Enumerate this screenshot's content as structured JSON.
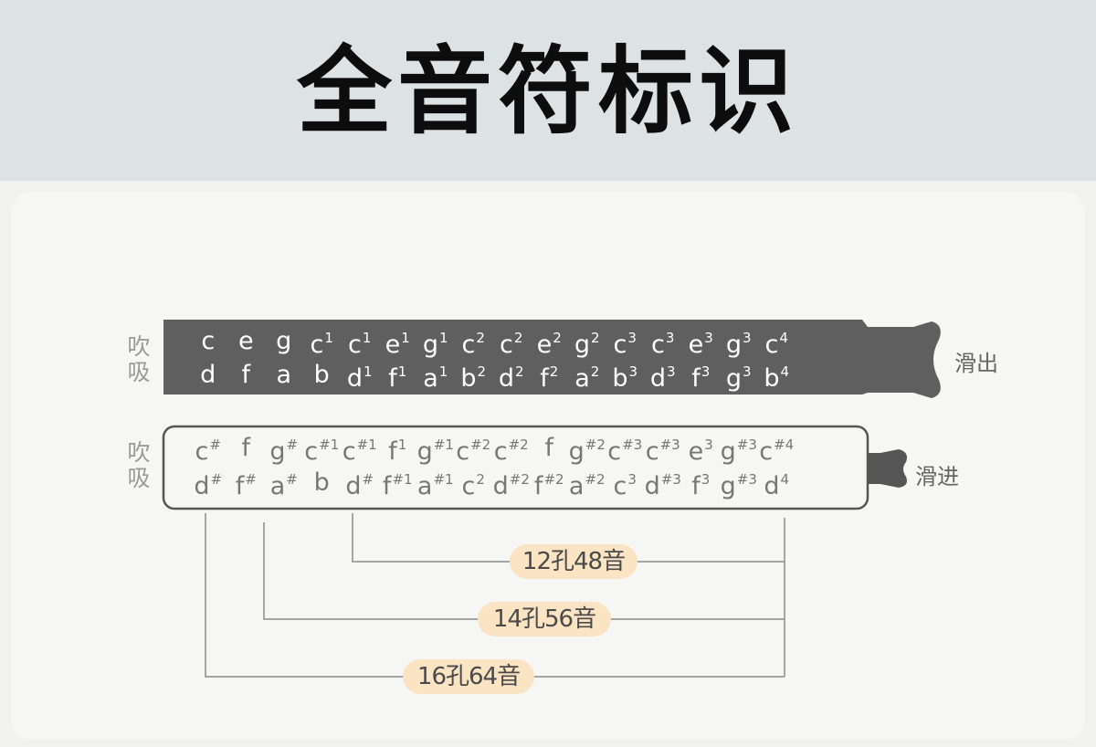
{
  "title": "全音符标识",
  "upper_harmonica": {
    "side_label_top": "吹",
    "side_label_bottom": "吸",
    "end_label": "滑出",
    "blow": [
      [
        "c",
        ""
      ],
      [
        "e",
        ""
      ],
      [
        "g",
        ""
      ],
      [
        "c",
        "1"
      ],
      [
        "c",
        "1"
      ],
      [
        "e",
        "1"
      ],
      [
        "g",
        "1"
      ],
      [
        "c",
        "2"
      ],
      [
        "c",
        "2"
      ],
      [
        "e",
        "2"
      ],
      [
        "g",
        "2"
      ],
      [
        "c",
        "3"
      ],
      [
        "c",
        "3"
      ],
      [
        "e",
        "3"
      ],
      [
        "g",
        "3"
      ],
      [
        "c",
        "4"
      ]
    ],
    "draw": [
      [
        "d",
        ""
      ],
      [
        "f",
        ""
      ],
      [
        "a",
        ""
      ],
      [
        "b",
        ""
      ],
      [
        "d",
        "1"
      ],
      [
        "f",
        "1"
      ],
      [
        "a",
        "1"
      ],
      [
        "b",
        "2"
      ],
      [
        "d",
        "2"
      ],
      [
        "f",
        "2"
      ],
      [
        "a",
        "2"
      ],
      [
        "b",
        "3"
      ],
      [
        "d",
        "3"
      ],
      [
        "f",
        "3"
      ],
      [
        "g",
        "3"
      ],
      [
        "b",
        "4"
      ]
    ]
  },
  "lower_harmonica": {
    "side_label_top": "吹",
    "side_label_bottom": "吸",
    "end_label": "滑进",
    "blow": [
      [
        "c",
        "#"
      ],
      [
        "f",
        ""
      ],
      [
        "g",
        "#"
      ],
      [
        "c",
        "#1"
      ],
      [
        "c",
        "#1"
      ],
      [
        "f",
        "1"
      ],
      [
        "g",
        "#1"
      ],
      [
        "c",
        "#2"
      ],
      [
        "c",
        "#2"
      ],
      [
        "f",
        ""
      ],
      [
        "g",
        "#2"
      ],
      [
        "c",
        "#3"
      ],
      [
        "c",
        "#3"
      ],
      [
        "e",
        "3"
      ],
      [
        "g",
        "#3"
      ],
      [
        "c",
        "#4"
      ]
    ],
    "draw": [
      [
        "d",
        "#"
      ],
      [
        "f",
        "#"
      ],
      [
        "a",
        "#"
      ],
      [
        "b",
        ""
      ],
      [
        "d",
        "#"
      ],
      [
        "f",
        "#1"
      ],
      [
        "a",
        "#1"
      ],
      [
        "c",
        "2"
      ],
      [
        "d",
        "#2"
      ],
      [
        "f",
        "#2"
      ],
      [
        "a",
        "#2"
      ],
      [
        "c",
        "3"
      ],
      [
        "d",
        "#3"
      ],
      [
        "f",
        "3"
      ],
      [
        "g",
        "#3"
      ],
      [
        "d",
        "4"
      ]
    ]
  },
  "brackets": [
    {
      "label": "12孔48音"
    },
    {
      "label": "14孔56音"
    },
    {
      "label": "16孔64音"
    }
  ],
  "colors": {
    "harmonica_dark": "#5f5f5f",
    "outline": "#555555",
    "pill": "#fbe4c4",
    "bracket_line": "#8a8a8a"
  }
}
